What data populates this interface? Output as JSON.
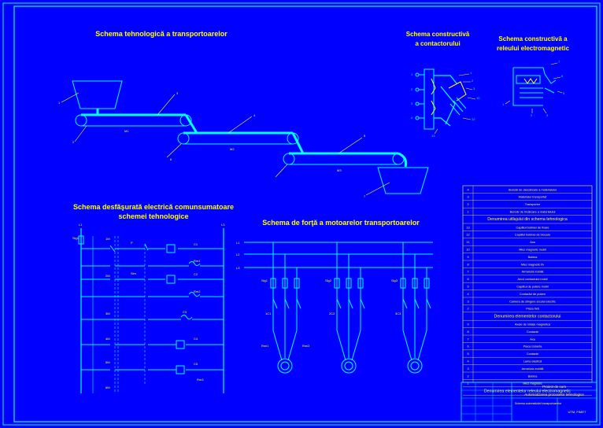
{
  "titles": {
    "tech": "Schema tehnologică a transportoarelor",
    "contactor": [
      "Schema constructivă",
      "a contactorului"
    ],
    "relay": [
      "Schema constructivă a",
      "releului electromagnetic"
    ],
    "control": [
      "Schema desfăşurată electrică comunsumatoare",
      "schemei tehnologice"
    ],
    "power": "Schema de forţă a motoarelor transportoarelor"
  },
  "tech_labels": {
    "m1": "M1",
    "m2": "M2",
    "m3": "M3",
    "n1": "1",
    "n2": "2",
    "n3": "3",
    "n4": "4",
    "n5": "5",
    "n6": "6",
    "n7": "7"
  },
  "power_labels": {
    "phases": [
      "L1",
      "L2",
      "L3"
    ],
    "fuses": [
      "Sig1",
      "Sig2",
      "Sig3"
    ],
    "contacts": [
      "1C1",
      "2C2",
      "3C3"
    ],
    "relays": [
      "Rml1",
      "Rml2"
    ]
  },
  "control_labels": {
    "left_phase": "L1",
    "right_phase": "L3",
    "fuse": "Sig1",
    "rows": [
      "1M",
      "2M",
      "3M",
      "4M",
      "5M",
      "6M"
    ],
    "coils": [
      "C1",
      "C2",
      "C3",
      "C4",
      "C5"
    ],
    "small": [
      "Rm1",
      "Rm2",
      "Rm3",
      "P",
      "Sim"
    ]
  },
  "legend_top": [
    {
      "num": "4",
      "text": "Buncăr de descărcare a materialului"
    },
    {
      "num": "3",
      "text": "Materialul transportat"
    },
    {
      "num": "2",
      "text": "Transportor"
    },
    {
      "num": "1",
      "text": "Buncăr de încărcare a materialului"
    }
  ],
  "legend_top_header": "Denumirea utilajului din schema tehnologica",
  "legend_mid": [
    {
      "num": "13",
      "text": "Capătul bobinei de fixare"
    },
    {
      "num": "12",
      "text": "Capătul bobinei de blocare"
    },
    {
      "num": "11",
      "text": "Axa"
    },
    {
      "num": "10",
      "text": "Miez magnetic mobil"
    },
    {
      "num": "9",
      "text": "Bobina"
    },
    {
      "num": "8",
      "text": "Miez magnetic fix"
    },
    {
      "num": "7",
      "text": "Armatură mobilă"
    },
    {
      "num": "6",
      "text": "Arcul contactului mobil"
    },
    {
      "num": "5",
      "text": "Capătul de putere mobil"
    },
    {
      "num": "4",
      "text": "Contactul de putere"
    },
    {
      "num": "3",
      "text": "Camera de stingere arcului electric"
    },
    {
      "num": "2",
      "text": "Placa fixă"
    }
  ],
  "legend_mid_header": "Denumirea elementelor contactorului",
  "legend_bottom": [
    {
      "num": "9",
      "text": "Axele de rotaţie magnetica"
    },
    {
      "num": "8",
      "text": "Contacte"
    },
    {
      "num": "7",
      "text": "Axa"
    },
    {
      "num": "6",
      "text": "Placa izolanta"
    },
    {
      "num": "5",
      "text": "Contacte"
    },
    {
      "num": "4",
      "text": "Lama elastică"
    },
    {
      "num": "3",
      "text": "Armatura mobilă"
    },
    {
      "num": "2",
      "text": "Bobina"
    },
    {
      "num": "1",
      "text": "Miez magnetic"
    }
  ],
  "legend_bottom_header": "Denumirea elementelor releului electromagnetic",
  "title_block": {
    "project": "Proiect de curs",
    "subject": "Automatizarea proceselor tehnologice",
    "desc": "Schema automatizării transportoarelor",
    "org": "UTM, FIMET"
  },
  "colors": {
    "bg": "#0000ff",
    "line": "#00ffff",
    "text": "#ffff00"
  }
}
